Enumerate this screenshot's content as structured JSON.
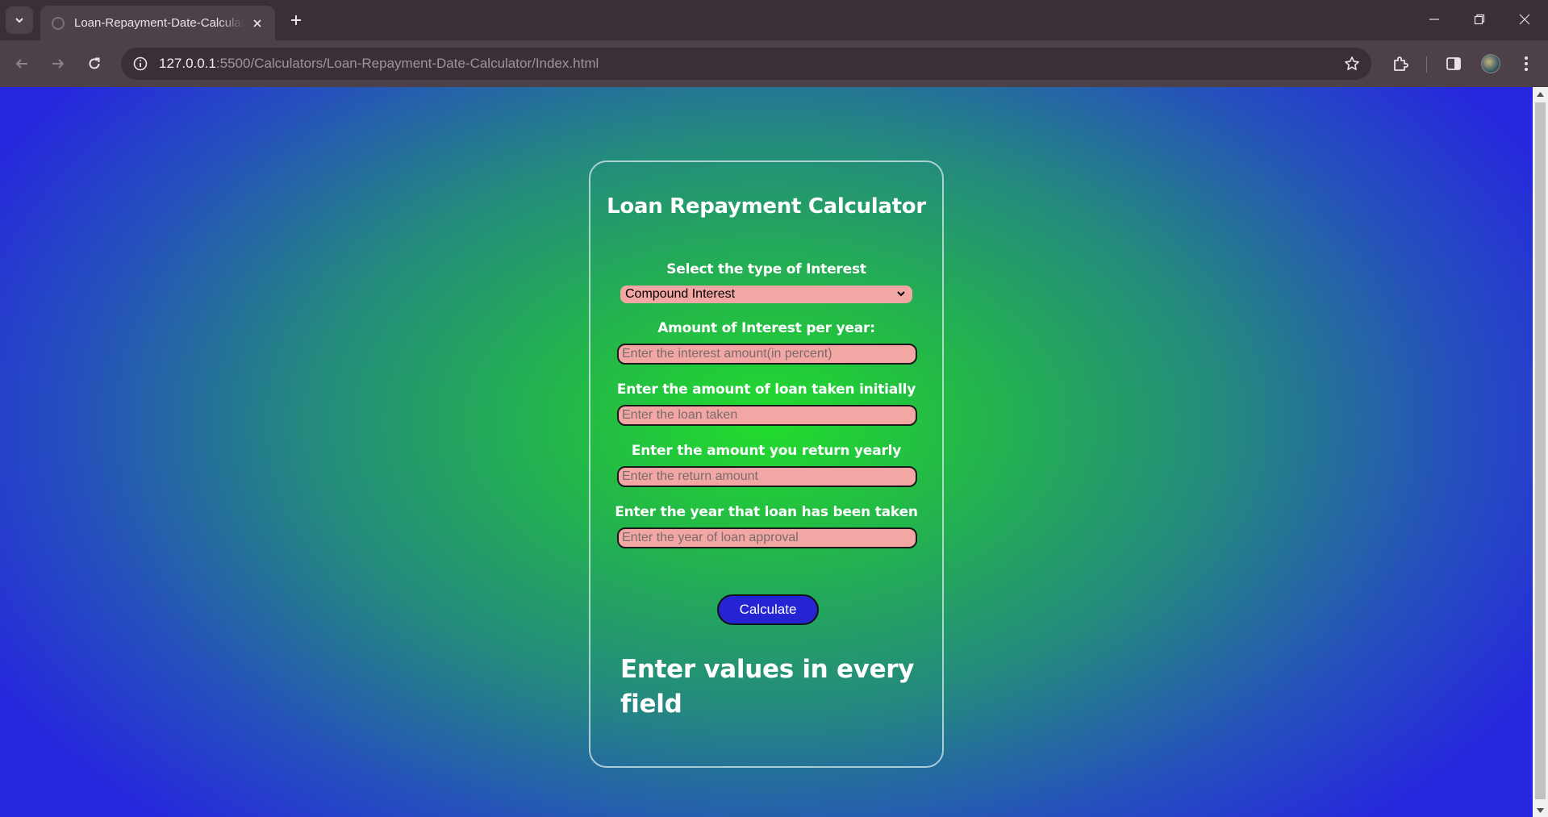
{
  "browser": {
    "tab_title": "Loan-Repayment-Date-Calculator",
    "url_host": "127.0.0.1",
    "url_rest": ":5500/Calculators/Loan-Repayment-Date-Calculator/Index.html",
    "icons": [
      "tab-search-icon",
      "close-icon",
      "plus-icon",
      "minimize-icon",
      "restore-icon",
      "close-window-icon",
      "back-arrow-icon",
      "forward-arrow-icon",
      "reload-icon",
      "site-info-icon",
      "star-icon",
      "extensions-icon",
      "side-panel-icon",
      "profile-avatar",
      "kebab-menu-icon"
    ]
  },
  "calculator": {
    "title": "Loan Repayment Calculator",
    "interest_type_label": "Select the type of Interest",
    "interest_type_value": "Compound Interest",
    "rate_label": "Amount of Interest per year:",
    "rate_placeholder": "Enter the interest amount(in percent)",
    "loan_label": "Enter the amount of loan taken initially",
    "loan_placeholder": "Enter the loan taken",
    "return_label": "Enter the amount you return yearly",
    "return_placeholder": "Enter the return amount",
    "year_label": "Enter the year that loan has been taken",
    "year_placeholder": "Enter the year of loan approval",
    "button_label": "Calculate",
    "result_text": "Enter values in every field"
  },
  "colors": {
    "gradient_center": "#22dd2c",
    "gradient_edge": "#2626df",
    "input_bg": "#f2a7a5",
    "button_bg": "#2424d4"
  }
}
